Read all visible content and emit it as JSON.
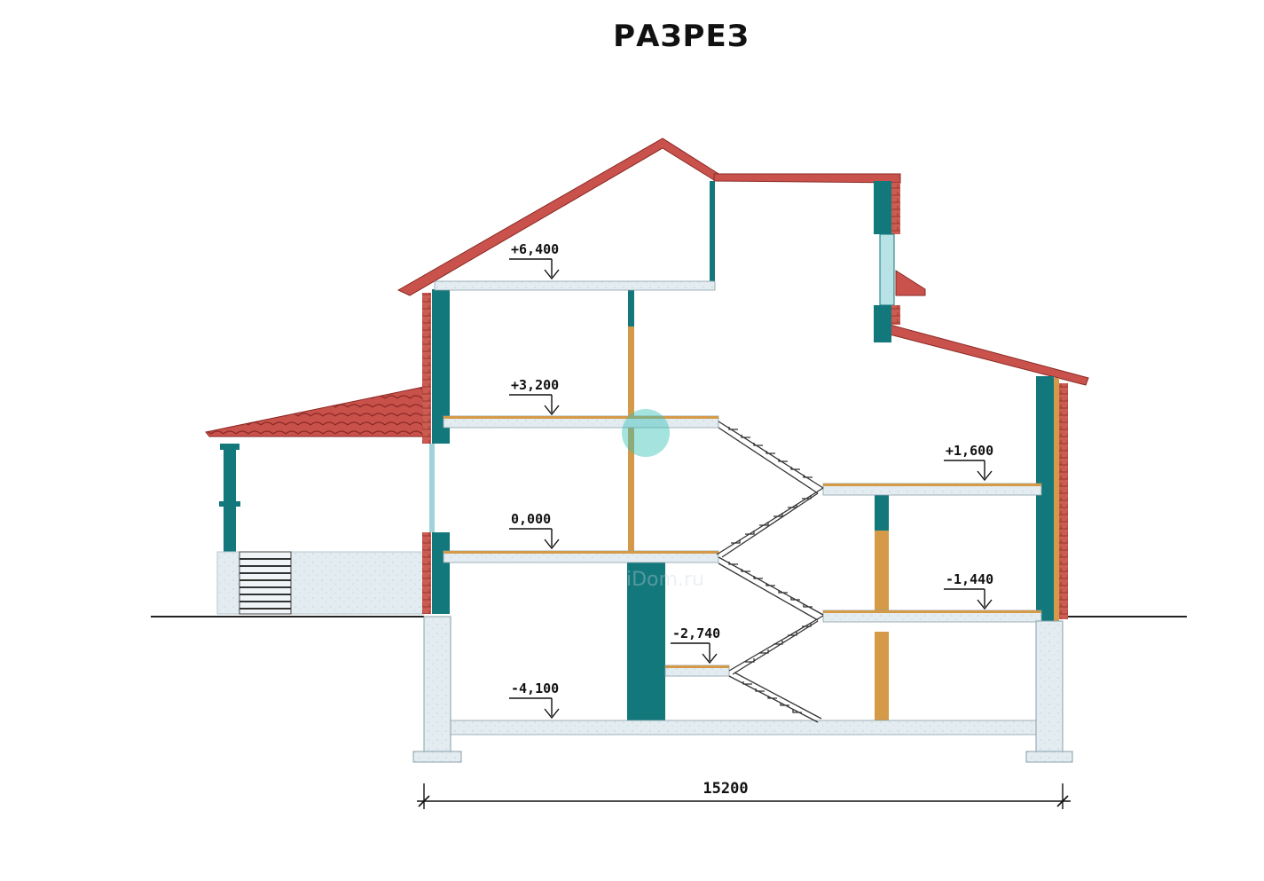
{
  "title": "РАЗРЕЗ",
  "levels": [
    {
      "id": "roof-floor",
      "label": "+6,400"
    },
    {
      "id": "second-floor",
      "label": "+3,200"
    },
    {
      "id": "mezzanine-upper",
      "label": "+1,600"
    },
    {
      "id": "ground-floor",
      "label": "0,000"
    },
    {
      "id": "mezzanine-lower",
      "label": "-1,440"
    },
    {
      "id": "basement-landing",
      "label": "-2,740"
    },
    {
      "id": "basement-floor",
      "label": "-4,100"
    }
  ],
  "dimension": {
    "label": "15200"
  },
  "watermark": "iDom.ru",
  "colors": {
    "roof": "#c9524c",
    "tile": "#c74a45",
    "wall": "#12787c",
    "brick": "#cc5c52",
    "slab": "#e6eff3",
    "beam": "#d49a48",
    "ground": "#222222"
  }
}
